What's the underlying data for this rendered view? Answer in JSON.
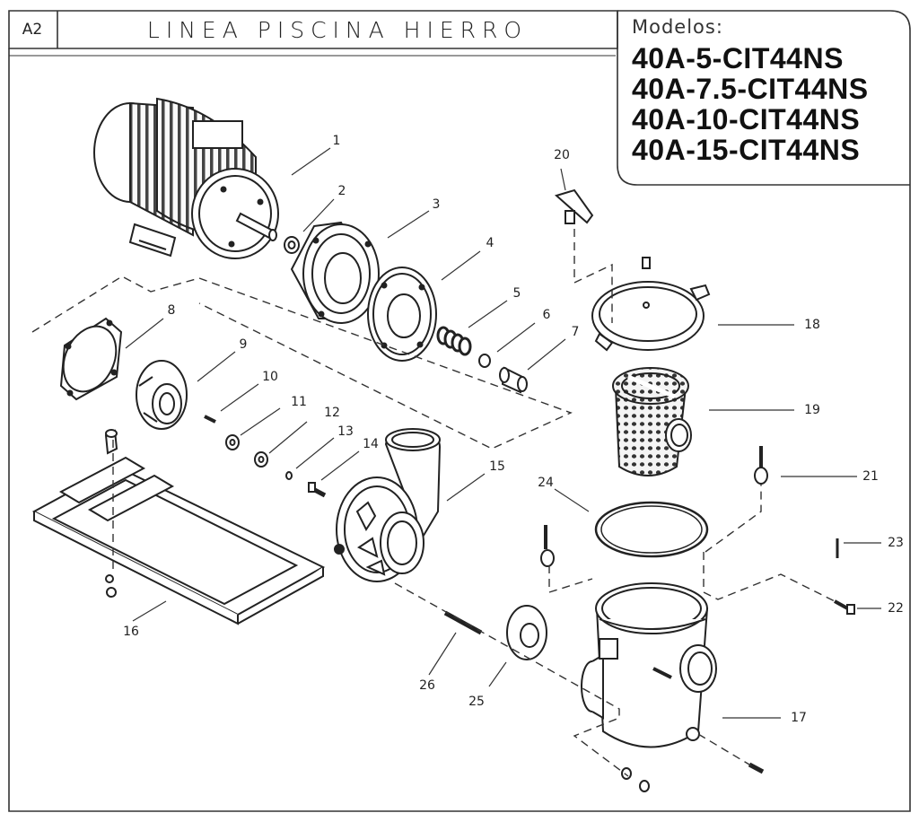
{
  "header": {
    "sheet_code": "A2",
    "title": "LINEA PISCINA HIERRO",
    "models_label": "Modelos:",
    "models": [
      "40A-5-CIT44NS",
      "40A-7.5-CIT44NS",
      "40A-10-CIT44NS",
      "40A-15-CIT44NS"
    ]
  },
  "parts": [
    "1",
    "2",
    "3",
    "4",
    "5",
    "6",
    "7",
    "8",
    "9",
    "10",
    "11",
    "12",
    "13",
    "14",
    "15",
    "16",
    "17",
    "18",
    "19",
    "20",
    "21",
    "22",
    "23",
    "24",
    "25",
    "26"
  ],
  "colors": {
    "ink": "#222222",
    "paper": "#ffffff"
  }
}
